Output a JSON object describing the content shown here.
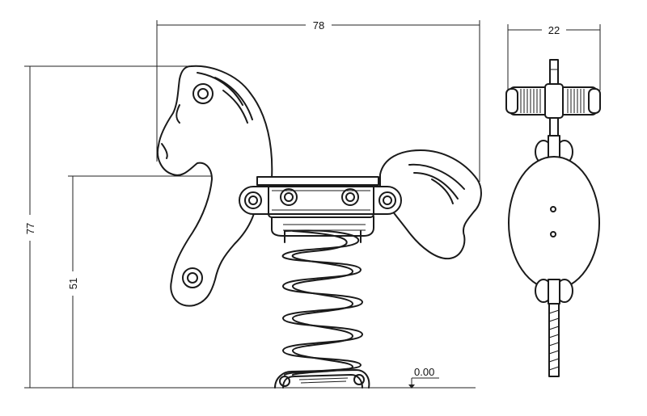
{
  "dimensions": {
    "overall_width": "78",
    "side_depth": "22",
    "overall_height": "77",
    "seat_height": "51",
    "ground_level": "0.00"
  }
}
